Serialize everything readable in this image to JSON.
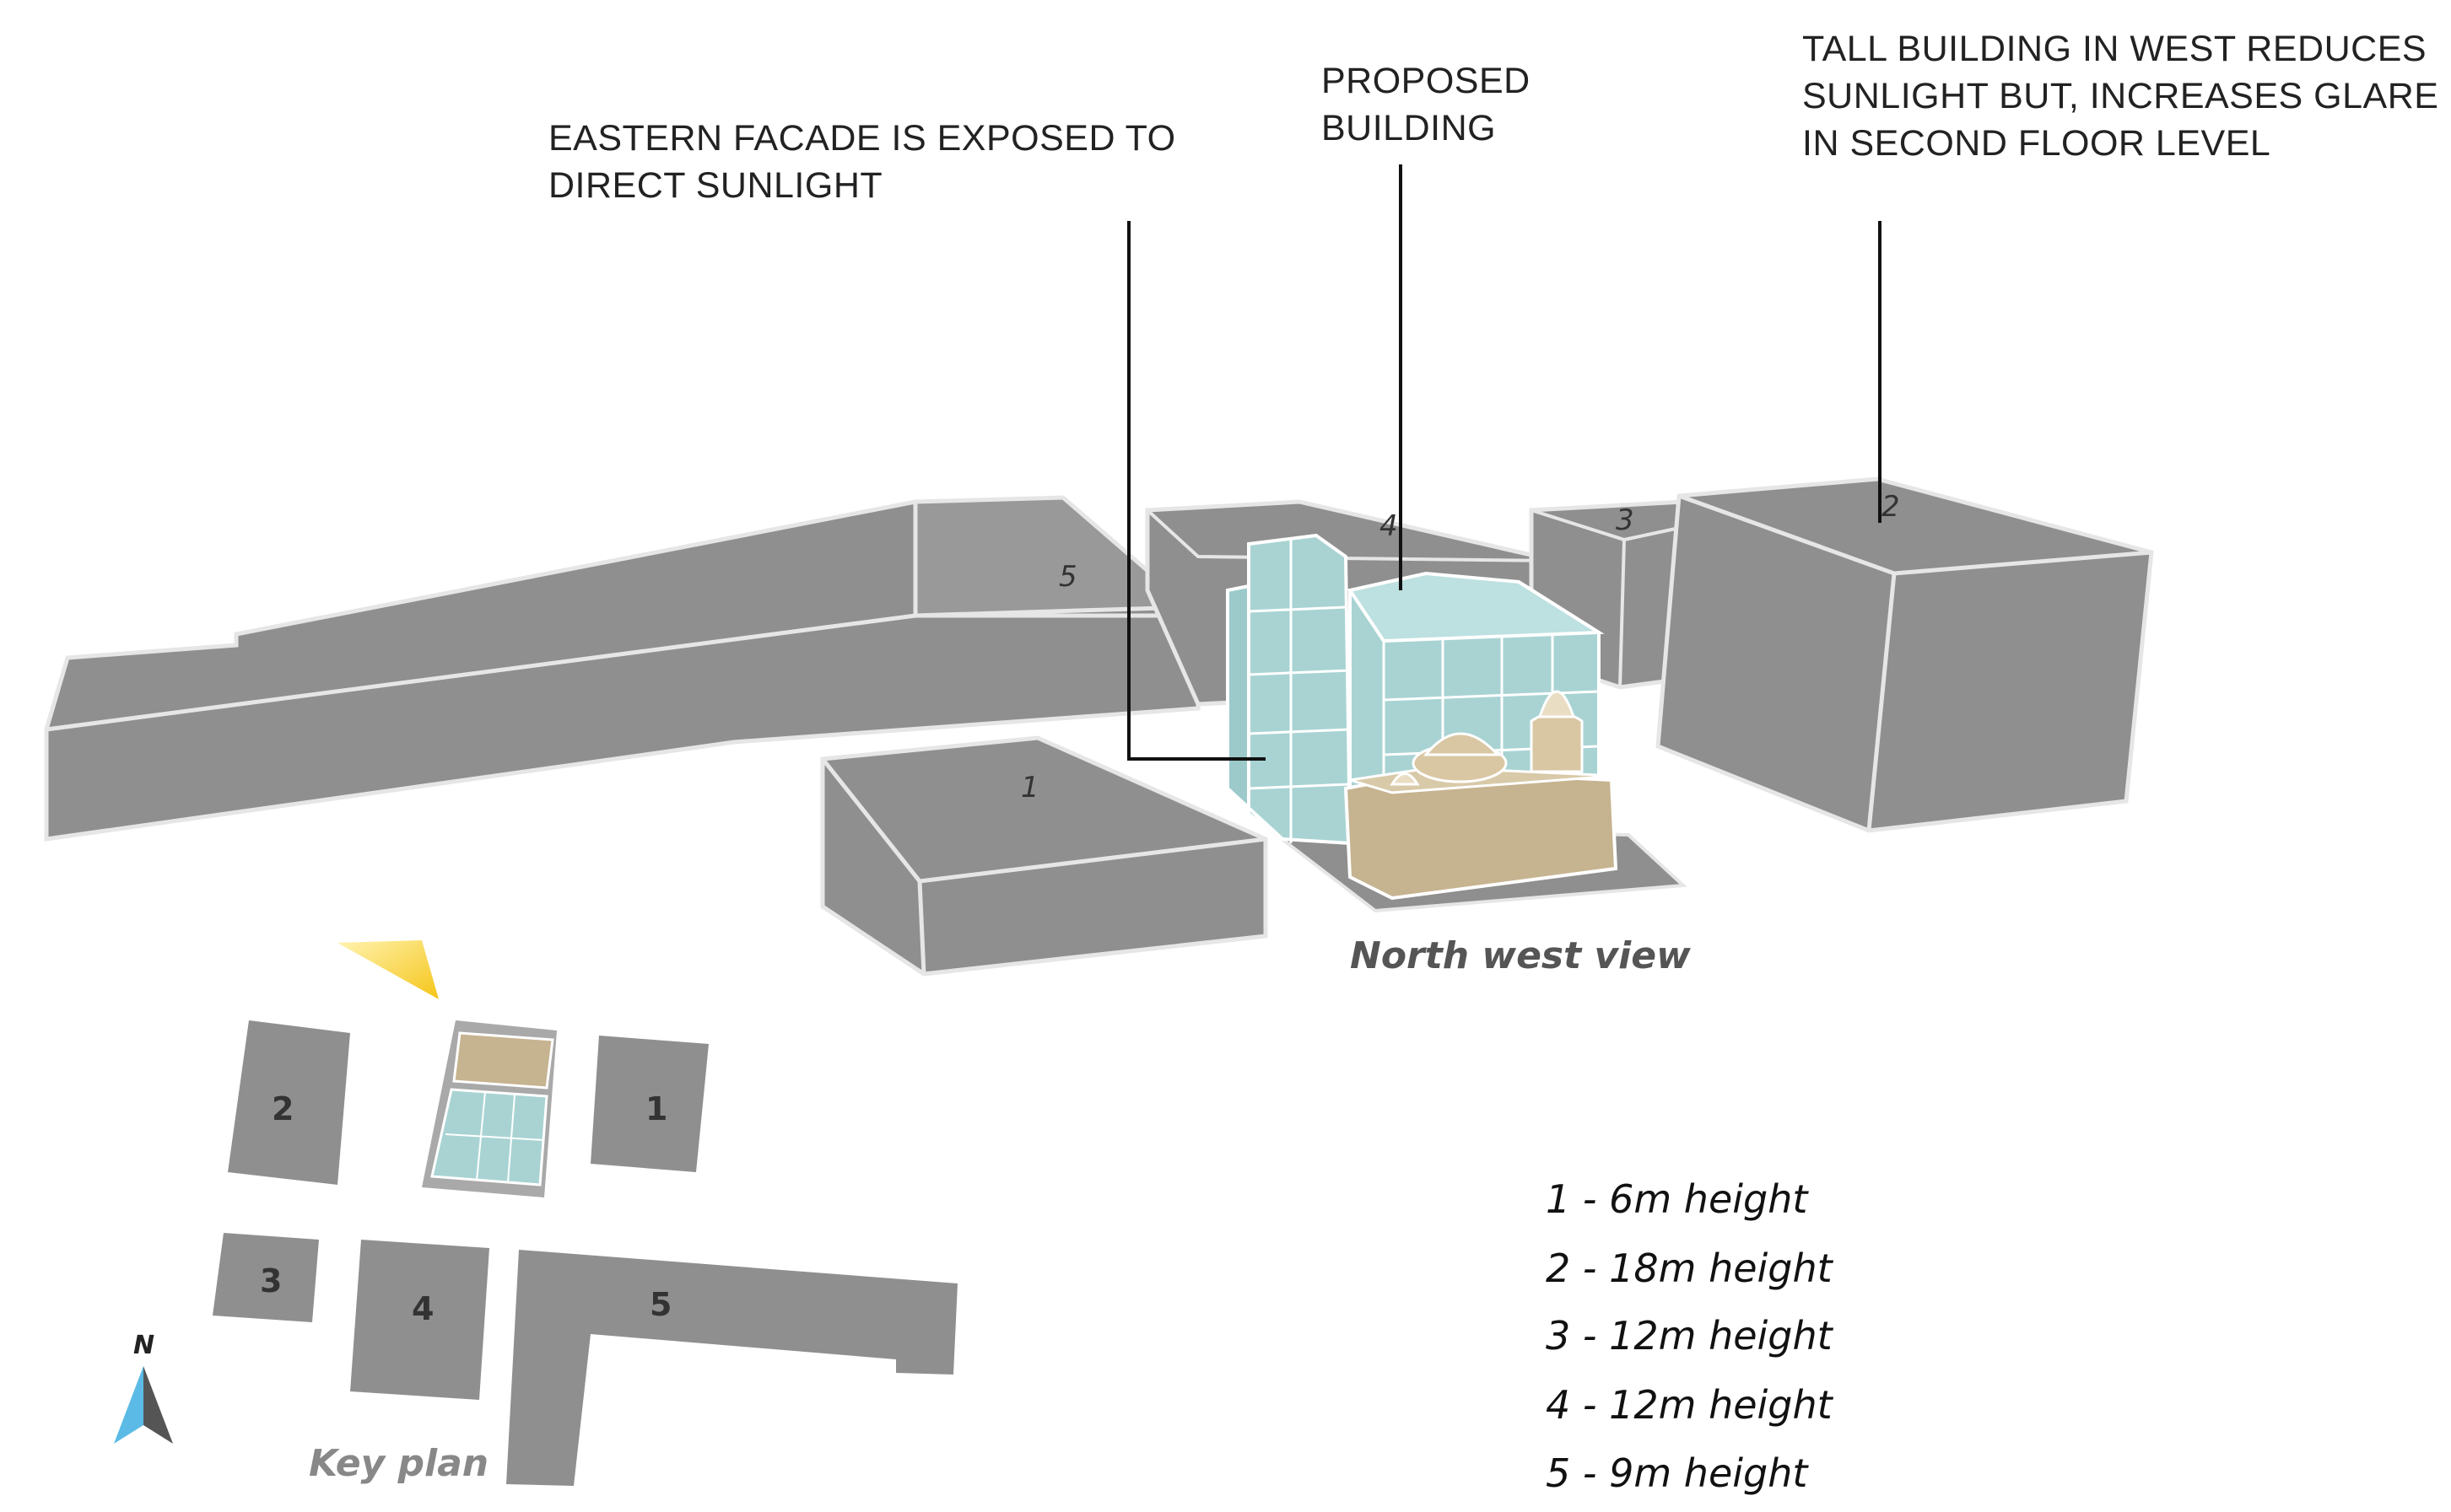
{
  "callouts": {
    "eastern_facade": [
      "EASTERN FACADE IS EXPOSED TO",
      "DIRECT SUNLIGHT"
    ],
    "proposed_building": [
      "PROPOSED",
      "BUILDING"
    ],
    "tall_building": [
      "TALL BUILDING IN WEST REDUCES",
      "SUNLIGHT BUT, INCREASES GLARE",
      "IN SECOND FLOOR LEVEL"
    ]
  },
  "perspective_labels": {
    "b1": "1",
    "b2": "2",
    "b3": "3",
    "b4": "4",
    "b5": "5"
  },
  "view_caption": "North west view",
  "key_plan": {
    "caption": "Key plan",
    "north": "N",
    "b1": "1",
    "b2": "2",
    "b3": "3",
    "b4": "4",
    "b5": "5"
  },
  "legend": [
    "1 - 6m height",
    "2 - 18m height",
    "3 - 12m height",
    "4 - 12m height",
    "5 - 9m height"
  ],
  "colors": {
    "mass": "#8f8f8f",
    "mass_edge": "#e6e6e6",
    "proposed_glass": "#a9d3d3",
    "proposed_base": "#c6b390",
    "sun": "#f5c518",
    "north_arrow": "#5bbbe6"
  }
}
